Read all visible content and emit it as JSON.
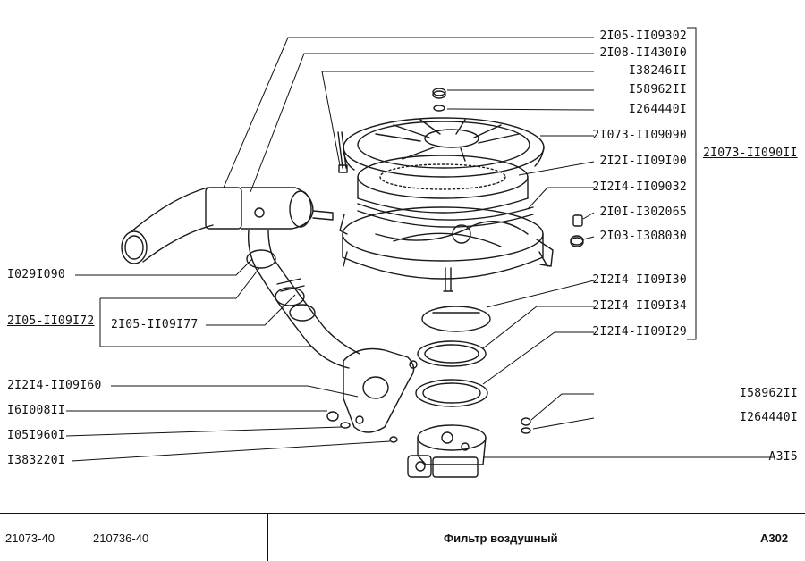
{
  "callouts": {
    "l1": "2I05-II09302",
    "l2": "2I08-II430I0",
    "l3": "I38246II",
    "l4": "I58962II",
    "l5": "I264440I",
    "l6": "2I073-II09090",
    "l7": "2I2I-II09I00",
    "l8": "2I2I4-II09032",
    "l9": "2I0I-I302065",
    "l10": "2I03-I308030",
    "l11": "2I2I4-II09I30",
    "l12": "2I2I4-II09I34",
    "l13": "2I2I4-II09I29",
    "l14": "I58962II",
    "l15": "I264440I",
    "l16": "A3I5",
    "assembly": "2I073-II090II",
    "left1": "I029I090",
    "left2": "2I05-II09I72",
    "left3": "2I05-II09I77",
    "left4": "2I2I4-II09I60",
    "left5": "I6I008II",
    "left6": "I05I960I",
    "left7": "I383220I"
  },
  "footer": {
    "model1": "21073-40",
    "model2": "210736-40",
    "title": "Фильтр воздушный",
    "code": "А302"
  }
}
